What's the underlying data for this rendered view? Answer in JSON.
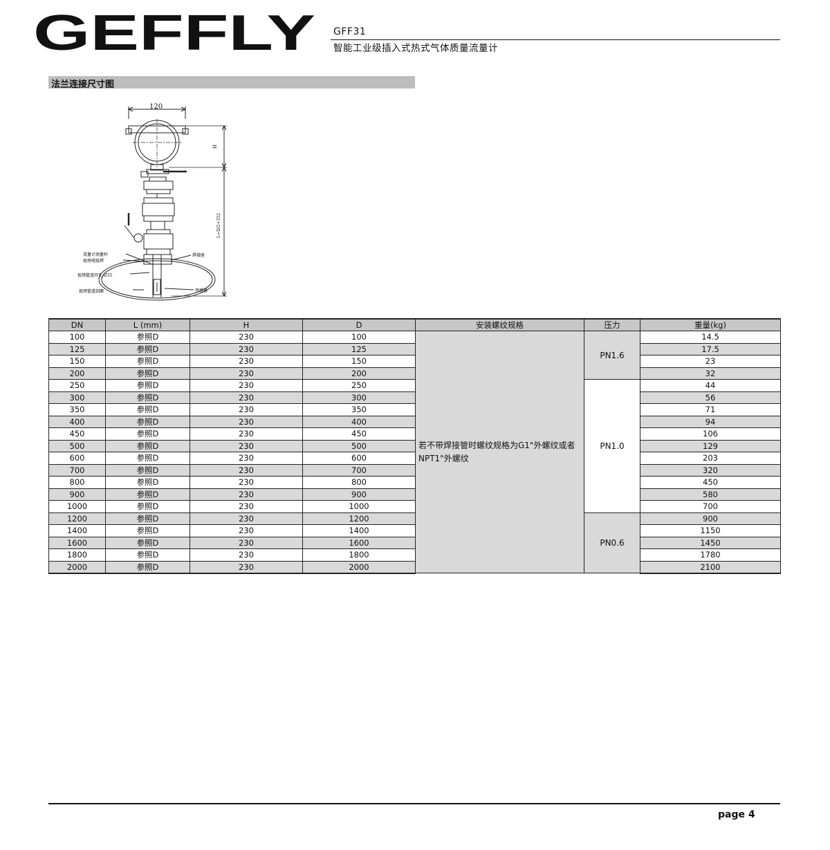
{
  "header": {
    "brand": "GEFFLY",
    "model": "GFF31",
    "product_name": "智能工业级插入式热式气体质量流量计"
  },
  "section": {
    "title": "法兰连接尺寸图"
  },
  "drawing": {
    "dim_width": "120",
    "dim_height": "H",
    "dim_length": "L=D/2+352",
    "label_rod": "流量计测量杆",
    "label_weld": "现场电弧焊",
    "label_hole": "现场管道开孔 Ø35",
    "label_section": "现场管道剖面",
    "label_seat": "焊接座",
    "label_sensor": "传感器"
  },
  "table": {
    "headers": [
      "DN",
      "L (mm)",
      "H",
      "D",
      "安装螺纹规格",
      "压力",
      "重量(kg)"
    ],
    "thread_spec": "若不带焊接管时螺纹规格为G1\"外螺纹或者NPT1\"外螺纹",
    "pressure_groups": [
      "PN1.6",
      "PN1.0",
      "PN0.6"
    ],
    "rows": [
      {
        "dn": "100",
        "l": "参照D",
        "h": "230",
        "d": "100",
        "w": "14.5"
      },
      {
        "dn": "125",
        "l": "参照D",
        "h": "230",
        "d": "125",
        "w": "17.5"
      },
      {
        "dn": "150",
        "l": "参照D",
        "h": "230",
        "d": "150",
        "w": "23"
      },
      {
        "dn": "200",
        "l": "参照D",
        "h": "230",
        "d": "200",
        "w": "32"
      },
      {
        "dn": "250",
        "l": "参照D",
        "h": "230",
        "d": "250",
        "w": "44"
      },
      {
        "dn": "300",
        "l": "参照D",
        "h": "230",
        "d": "300",
        "w": "56"
      },
      {
        "dn": "350",
        "l": "参照D",
        "h": "230",
        "d": "350",
        "w": "71"
      },
      {
        "dn": "400",
        "l": "参照D",
        "h": "230",
        "d": "400",
        "w": "94"
      },
      {
        "dn": "450",
        "l": "参照D",
        "h": "230",
        "d": "450",
        "w": "106"
      },
      {
        "dn": "500",
        "l": "参照D",
        "h": "230",
        "d": "500",
        "w": "129"
      },
      {
        "dn": "600",
        "l": "参照D",
        "h": "230",
        "d": "600",
        "w": "203"
      },
      {
        "dn": "700",
        "l": "参照D",
        "h": "230",
        "d": "700",
        "w": "320"
      },
      {
        "dn": "800",
        "l": "参照D",
        "h": "230",
        "d": "800",
        "w": "450"
      },
      {
        "dn": "900",
        "l": "参照D",
        "h": "230",
        "d": "900",
        "w": "580"
      },
      {
        "dn": "1000",
        "l": "参照D",
        "h": "230",
        "d": "1000",
        "w": "700"
      },
      {
        "dn": "1200",
        "l": "参照D",
        "h": "230",
        "d": "1200",
        "w": "900"
      },
      {
        "dn": "1400",
        "l": "参照D",
        "h": "230",
        "d": "1400",
        "w": "1150"
      },
      {
        "dn": "1600",
        "l": "参照D",
        "h": "230",
        "d": "1600",
        "w": "1450"
      },
      {
        "dn": "1800",
        "l": "参照D",
        "h": "230",
        "d": "1800",
        "w": "1780"
      },
      {
        "dn": "2000",
        "l": "参照D",
        "h": "230",
        "d": "2000",
        "w": "2100"
      }
    ]
  },
  "footer": {
    "page_label": "page 4"
  }
}
